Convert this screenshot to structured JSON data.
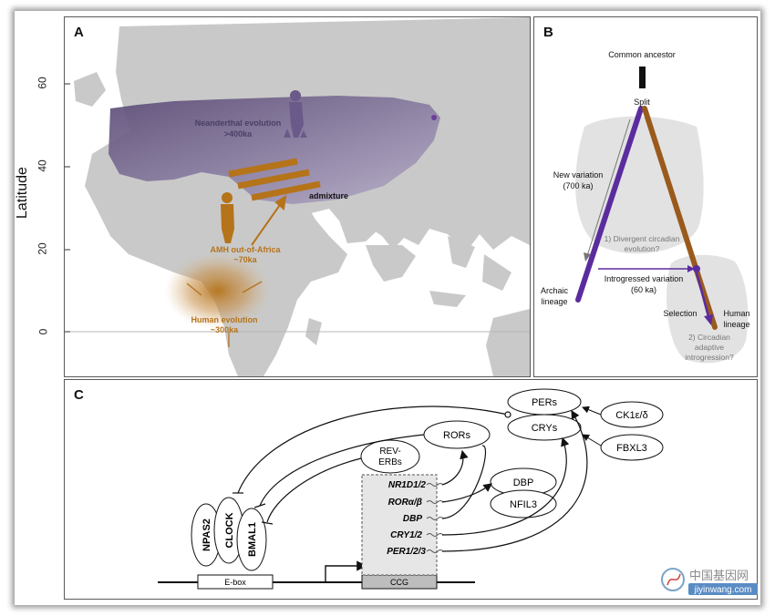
{
  "panels": {
    "a": {
      "label": "A"
    },
    "b": {
      "label": "B"
    },
    "c": {
      "label": "C"
    }
  },
  "map": {
    "y_axis_title": "Latitude",
    "y_ticks": [
      "60",
      "40",
      "20",
      "0"
    ],
    "neanderthal_label": "Neanderthal evolution",
    "neanderthal_age": ">400ka",
    "admixture": "admixture",
    "amh_label": "AMH out-of-Africa",
    "amh_age": "~70ka",
    "human_label": "Human evolution",
    "human_age": "~300ka",
    "colors": {
      "neanderthal": "#5e4a7a",
      "human": "#b5731a",
      "land": "#c9c9c9"
    }
  },
  "tree": {
    "ancestor": "Common ancestor",
    "split": "Split",
    "new_variation": "New variation",
    "new_variation_age": "(700 ka)",
    "divergent_1": "1) Divergent circadian",
    "divergent_2": "evolution?",
    "introgressed": "Introgressed variation",
    "introgressed_age": "(60 ka)",
    "archaic_1": "Archaic",
    "archaic_2": "lineage",
    "selection": "Selection",
    "human_1": "Human",
    "human_2": "lineage",
    "adaptive_1": "2) Circadian",
    "adaptive_2": "adaptive",
    "adaptive_3": "introgression?",
    "colors": {
      "archaic": "#5b2c9e",
      "human": "#9a5a1c"
    }
  },
  "pathway": {
    "pers": "PERs",
    "crys": "CRYs",
    "ck1": "CK1ε/δ",
    "fbxl3": "FBXL3",
    "rors": "RORs",
    "reverbs_1": "REV-",
    "reverbs_2": "ERBs",
    "dbp": "DBP",
    "nfil3": "NFIL3",
    "npas2": "NPAS2",
    "clock": "CLOCK",
    "bmal1": "BMAL1",
    "ebox": "E-box",
    "ccg": "CCG",
    "genes": [
      "NR1D1/2",
      "RORα/β",
      "DBP",
      "CRY1/2",
      "PER1/2/3"
    ]
  },
  "watermark": {
    "cn": "中国基因网",
    "url": "jiyinwang.com"
  }
}
